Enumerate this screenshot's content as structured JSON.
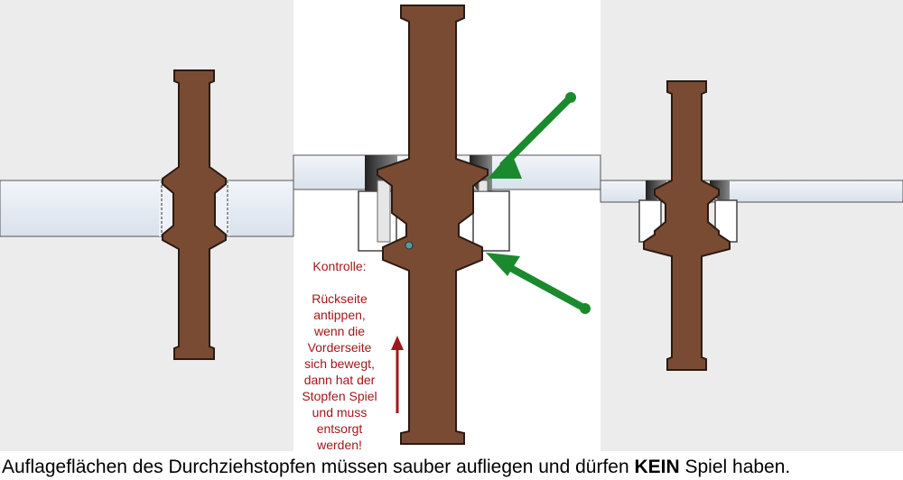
{
  "caption": {
    "part1": "Auflageflächen des Durchziehstopfen müssen sauber aufliegen und dürfen ",
    "emphasis": "KEIN",
    "part2": " Spiel haben."
  },
  "note": {
    "title": "Kontrolle:",
    "body": "Rückseite\nantippen,\nwenn die\nVorderseite\nsich bewegt,\ndann hat der\nStopfen Spiel\nund muss\nentsorgt\nwerden!"
  },
  "colors": {
    "plug": "#7a4b33",
    "plug_outline": "#2a1a12",
    "panel": "#dfe6f0",
    "background": "#ececec",
    "arrow_green": "#1b8a2e",
    "arrow_red": "#a01818",
    "note_text": "#a01818"
  }
}
